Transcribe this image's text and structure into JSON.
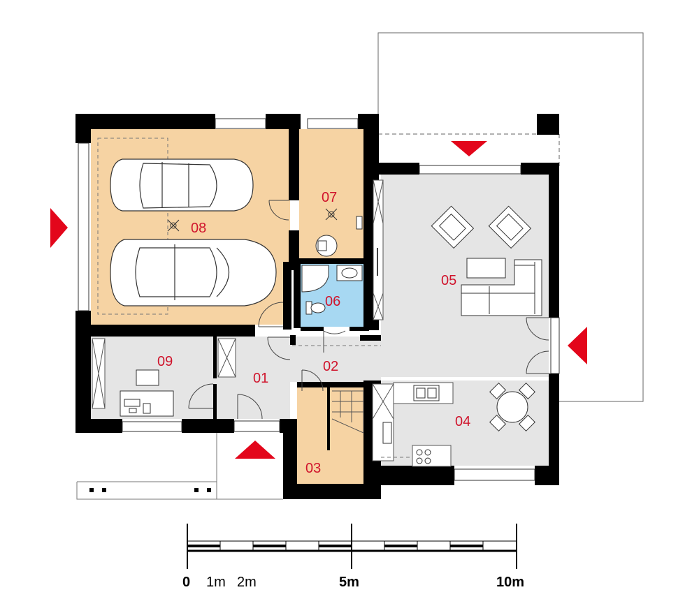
{
  "colors": {
    "wall": "#000000",
    "garage_floor": "#f6d3a3",
    "stair_floor": "#f6d3a3",
    "bath_floor": "#a7d8f2",
    "floor_gray": "#e5e5e5",
    "accent_arrow": "#e3061b",
    "label": "#d0142c"
  },
  "rooms": [
    {
      "id": "01",
      "label": "01"
    },
    {
      "id": "02",
      "label": "02"
    },
    {
      "id": "03",
      "label": "03"
    },
    {
      "id": "04",
      "label": "04"
    },
    {
      "id": "05",
      "label": "05"
    },
    {
      "id": "06",
      "label": "06"
    },
    {
      "id": "07",
      "label": "07"
    },
    {
      "id": "08",
      "label": "08"
    },
    {
      "id": "09",
      "label": "09"
    }
  ],
  "scale_bar": {
    "labels": [
      "0",
      "1m",
      "2m",
      "5m",
      "10m"
    ]
  },
  "entrance_arrows": [
    "west",
    "north",
    "east",
    "south"
  ],
  "icons": [
    "car-icon",
    "car-icon",
    "armchair-icon",
    "armchair-icon",
    "sofa-icon",
    "dining-table-icon",
    "stove-icon",
    "sink-icon",
    "toilet-icon",
    "shower-icon",
    "desk-icon"
  ]
}
